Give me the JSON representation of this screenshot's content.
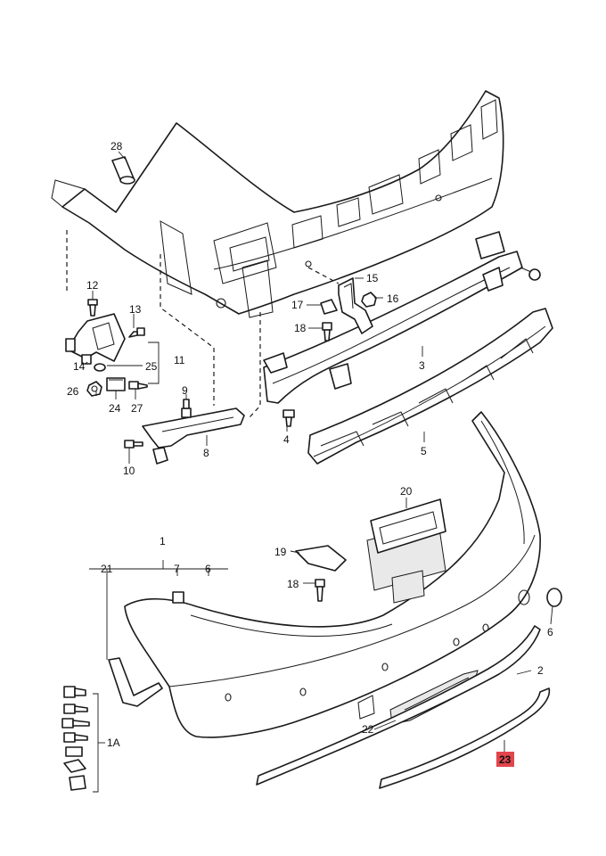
{
  "colors": {
    "line": "#1a1a1a",
    "background": "#ffffff",
    "highlight": "#e2454c"
  },
  "callouts": {
    "c28": "28",
    "c12": "12",
    "c13": "13",
    "c14": "14",
    "c11": "11",
    "c25": "25",
    "c26": "26",
    "c24": "24",
    "c27": "27",
    "c9": "9",
    "c10": "10",
    "c8": "8",
    "c15": "15",
    "c16": "16",
    "c17": "17",
    "c18a": "18",
    "c3": "3",
    "c4": "4",
    "c5": "5",
    "c20": "20",
    "c1": "1",
    "c21": "21",
    "c7": "7",
    "c6a": "6",
    "c19": "19",
    "c18b": "18",
    "c6b": "6",
    "c2": "2",
    "c1A": "1A",
    "c22": "22",
    "c23": "23"
  },
  "highlighted_part": "23"
}
